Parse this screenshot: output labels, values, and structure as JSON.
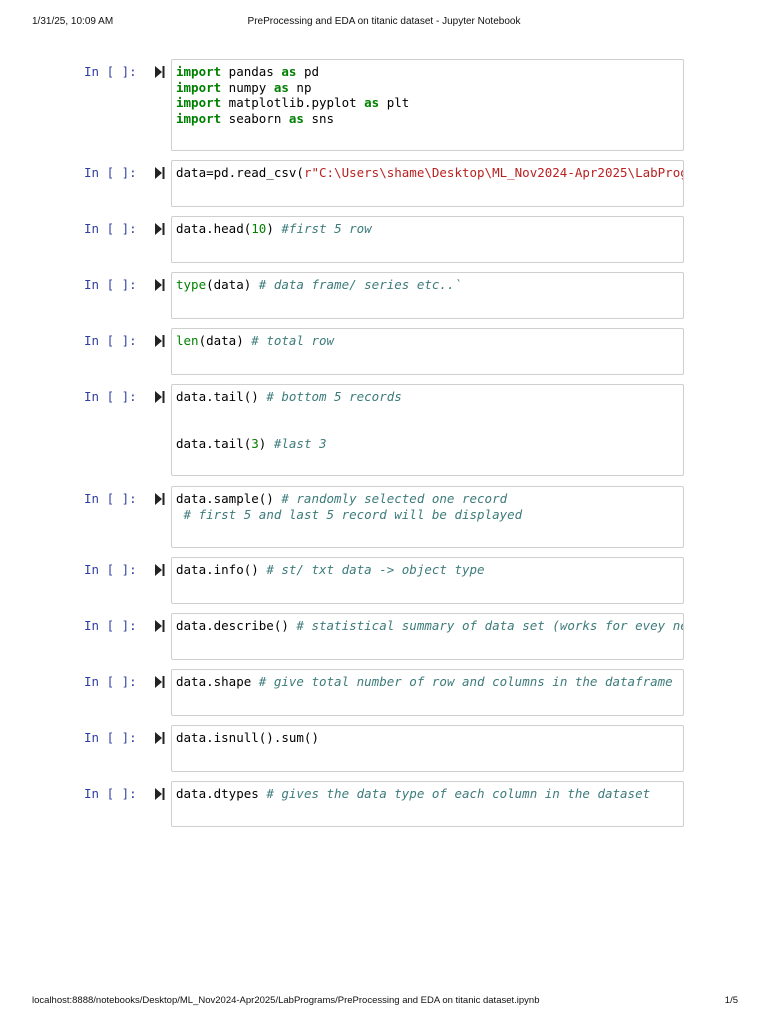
{
  "print_header": {
    "date": "1/31/25, 10:09 AM",
    "title": "PreProcessing and EDA on titanic dataset - Jupyter Notebook"
  },
  "print_footer": {
    "url": "localhost:8888/notebooks/Desktop/ML_Nov2024-Apr2025/LabPrograms/PreProcessing and EDA on titanic dataset.ipynb",
    "page": "1/5"
  },
  "colors": {
    "prompt": "#303f9f",
    "keyword": "#008000",
    "string": "#ba2121",
    "comment": "#3d7b7b",
    "cell_border": "#cfcfcf"
  },
  "cells": [
    {
      "prompt": "In [ ]:",
      "lines": [
        [
          {
            "t": "import",
            "c": "kw"
          },
          {
            "t": " pandas "
          },
          {
            "t": "as",
            "c": "kw"
          },
          {
            "t": " pd"
          }
        ],
        [
          {
            "t": "import",
            "c": "kw"
          },
          {
            "t": " numpy "
          },
          {
            "t": "as",
            "c": "kw"
          },
          {
            "t": " np"
          }
        ],
        [
          {
            "t": "import",
            "c": "kw"
          },
          {
            "t": " matplotlib.pyplot "
          },
          {
            "t": "as",
            "c": "kw"
          },
          {
            "t": " plt"
          }
        ],
        [
          {
            "t": "import",
            "c": "kw"
          },
          {
            "t": " seaborn "
          },
          {
            "t": "as",
            "c": "kw"
          },
          {
            "t": " sns"
          }
        ]
      ]
    },
    {
      "prompt": "In [ ]:",
      "lines": [
        [
          {
            "t": "data=pd.read_csv("
          },
          {
            "t": "r\"C:\\Users\\shame\\Desktop\\ML_Nov2024-Apr2025\\LabProg",
            "c": "str"
          }
        ]
      ]
    },
    {
      "prompt": "In [ ]:",
      "lines": [
        [
          {
            "t": "data.head("
          },
          {
            "t": "10",
            "c": "num"
          },
          {
            "t": ") "
          },
          {
            "t": "#first 5 row",
            "c": "cm"
          }
        ]
      ]
    },
    {
      "prompt": "In [ ]:",
      "lines": [
        [
          {
            "t": "type",
            "c": "bi"
          },
          {
            "t": "(data) "
          },
          {
            "t": "# data frame/ series etc..`",
            "c": "cm"
          }
        ]
      ]
    },
    {
      "prompt": "In [ ]:",
      "lines": [
        [
          {
            "t": "len",
            "c": "bi"
          },
          {
            "t": "(data) "
          },
          {
            "t": "# total row",
            "c": "cm"
          }
        ]
      ]
    },
    {
      "prompt": "In [ ]:",
      "lines": [
        [
          {
            "t": "data.tail() "
          },
          {
            "t": "# bottom 5 records",
            "c": "cm"
          }
        ],
        [],
        [],
        [
          {
            "t": "data.tail("
          },
          {
            "t": "3",
            "c": "num"
          },
          {
            "t": ") "
          },
          {
            "t": "#last 3",
            "c": "cm"
          }
        ]
      ]
    },
    {
      "prompt": "In [ ]:",
      "lines": [
        [
          {
            "t": "data.sample() "
          },
          {
            "t": "# randomly selected one record",
            "c": "cm"
          }
        ],
        [
          {
            "t": " "
          },
          {
            "t": "# first 5 and last 5 record will be displayed",
            "c": "cm"
          }
        ]
      ]
    },
    {
      "prompt": "In [ ]:",
      "lines": [
        [
          {
            "t": "data.info() "
          },
          {
            "t": "# st/ txt data -> object type",
            "c": "cm"
          }
        ]
      ]
    },
    {
      "prompt": "In [ ]:",
      "lines": [
        [
          {
            "t": "data.describe() "
          },
          {
            "t": "# statistical summary of data set (works for evey ne",
            "c": "cm"
          }
        ]
      ]
    },
    {
      "prompt": "In [ ]:",
      "lines": [
        [
          {
            "t": "data.shape "
          },
          {
            "t": "# give total number of row and columns in the dataframe",
            "c": "cm"
          }
        ]
      ]
    },
    {
      "prompt": "In [ ]:",
      "lines": [
        [
          {
            "t": "data.isnull().sum()"
          }
        ]
      ]
    },
    {
      "prompt": "In [ ]:",
      "lines": [
        [
          {
            "t": "data.dtypes "
          },
          {
            "t": "# gives the data type of each column in the dataset",
            "c": "cm"
          }
        ]
      ]
    }
  ]
}
